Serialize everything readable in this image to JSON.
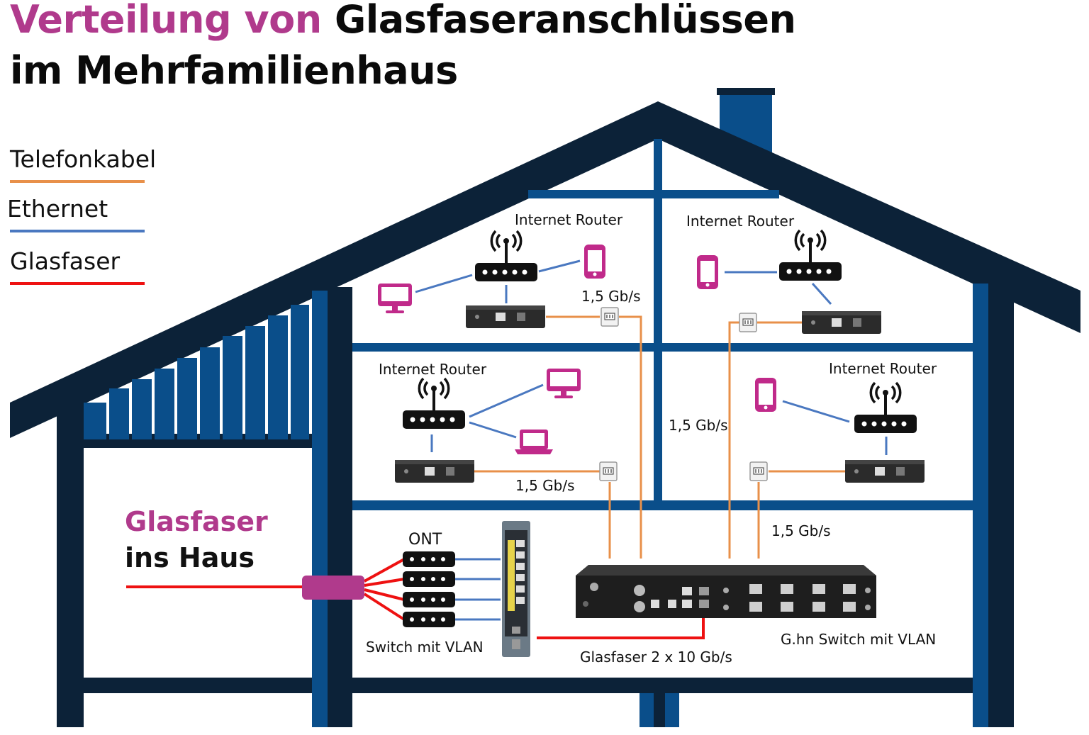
{
  "title": {
    "accent": "Verteilung von",
    "rest": "Glasfaseranschlüssen",
    "line2": "im Mehrfamilienhaus"
  },
  "legend": [
    {
      "label": "Telefonkabel",
      "color": "#e8904a"
    },
    {
      "label": "Ethernet",
      "color": "#4a78c0"
    },
    {
      "label": "Glasfaser",
      "color": "#ee1111"
    }
  ],
  "colors": {
    "frame_dark": "#0c2238",
    "frame_blue": "#0a4e8a",
    "accent_magenta": "#b03a8c",
    "device_pink": "#c02a8a",
    "coax_orange": "#e8904a",
    "ethernet_blue": "#4a78c0",
    "fiber_red": "#ee1111"
  },
  "rooms": [
    {
      "router_label": "Internet Router",
      "speed": "1,5 Gb/s"
    },
    {
      "router_label": "Internet Router",
      "speed": ""
    },
    {
      "router_label": "Internet Router",
      "speed": "1,5 Gb/s"
    },
    {
      "router_label": "Internet Router",
      "speed": ""
    }
  ],
  "riser_speeds": [
    "1,5 Gb/s",
    "1,5 Gb/s"
  ],
  "basement": {
    "glasfaser_title": "Glasfaser",
    "glasfaser_sub": "ins Haus",
    "ont_label": "ONT",
    "switch_label": "Switch mit VLAN",
    "uplink_label": "Glasfaser 2 x 10 Gb/s",
    "ghn_label": "G.hn Switch mit VLAN"
  },
  "icons": [
    "wifi-router-icon",
    "smartphone-icon",
    "monitor-icon",
    "laptop-icon",
    "phone-socket-icon",
    "ghn-adapter-icon",
    "ont-icon",
    "switch-icon"
  ]
}
